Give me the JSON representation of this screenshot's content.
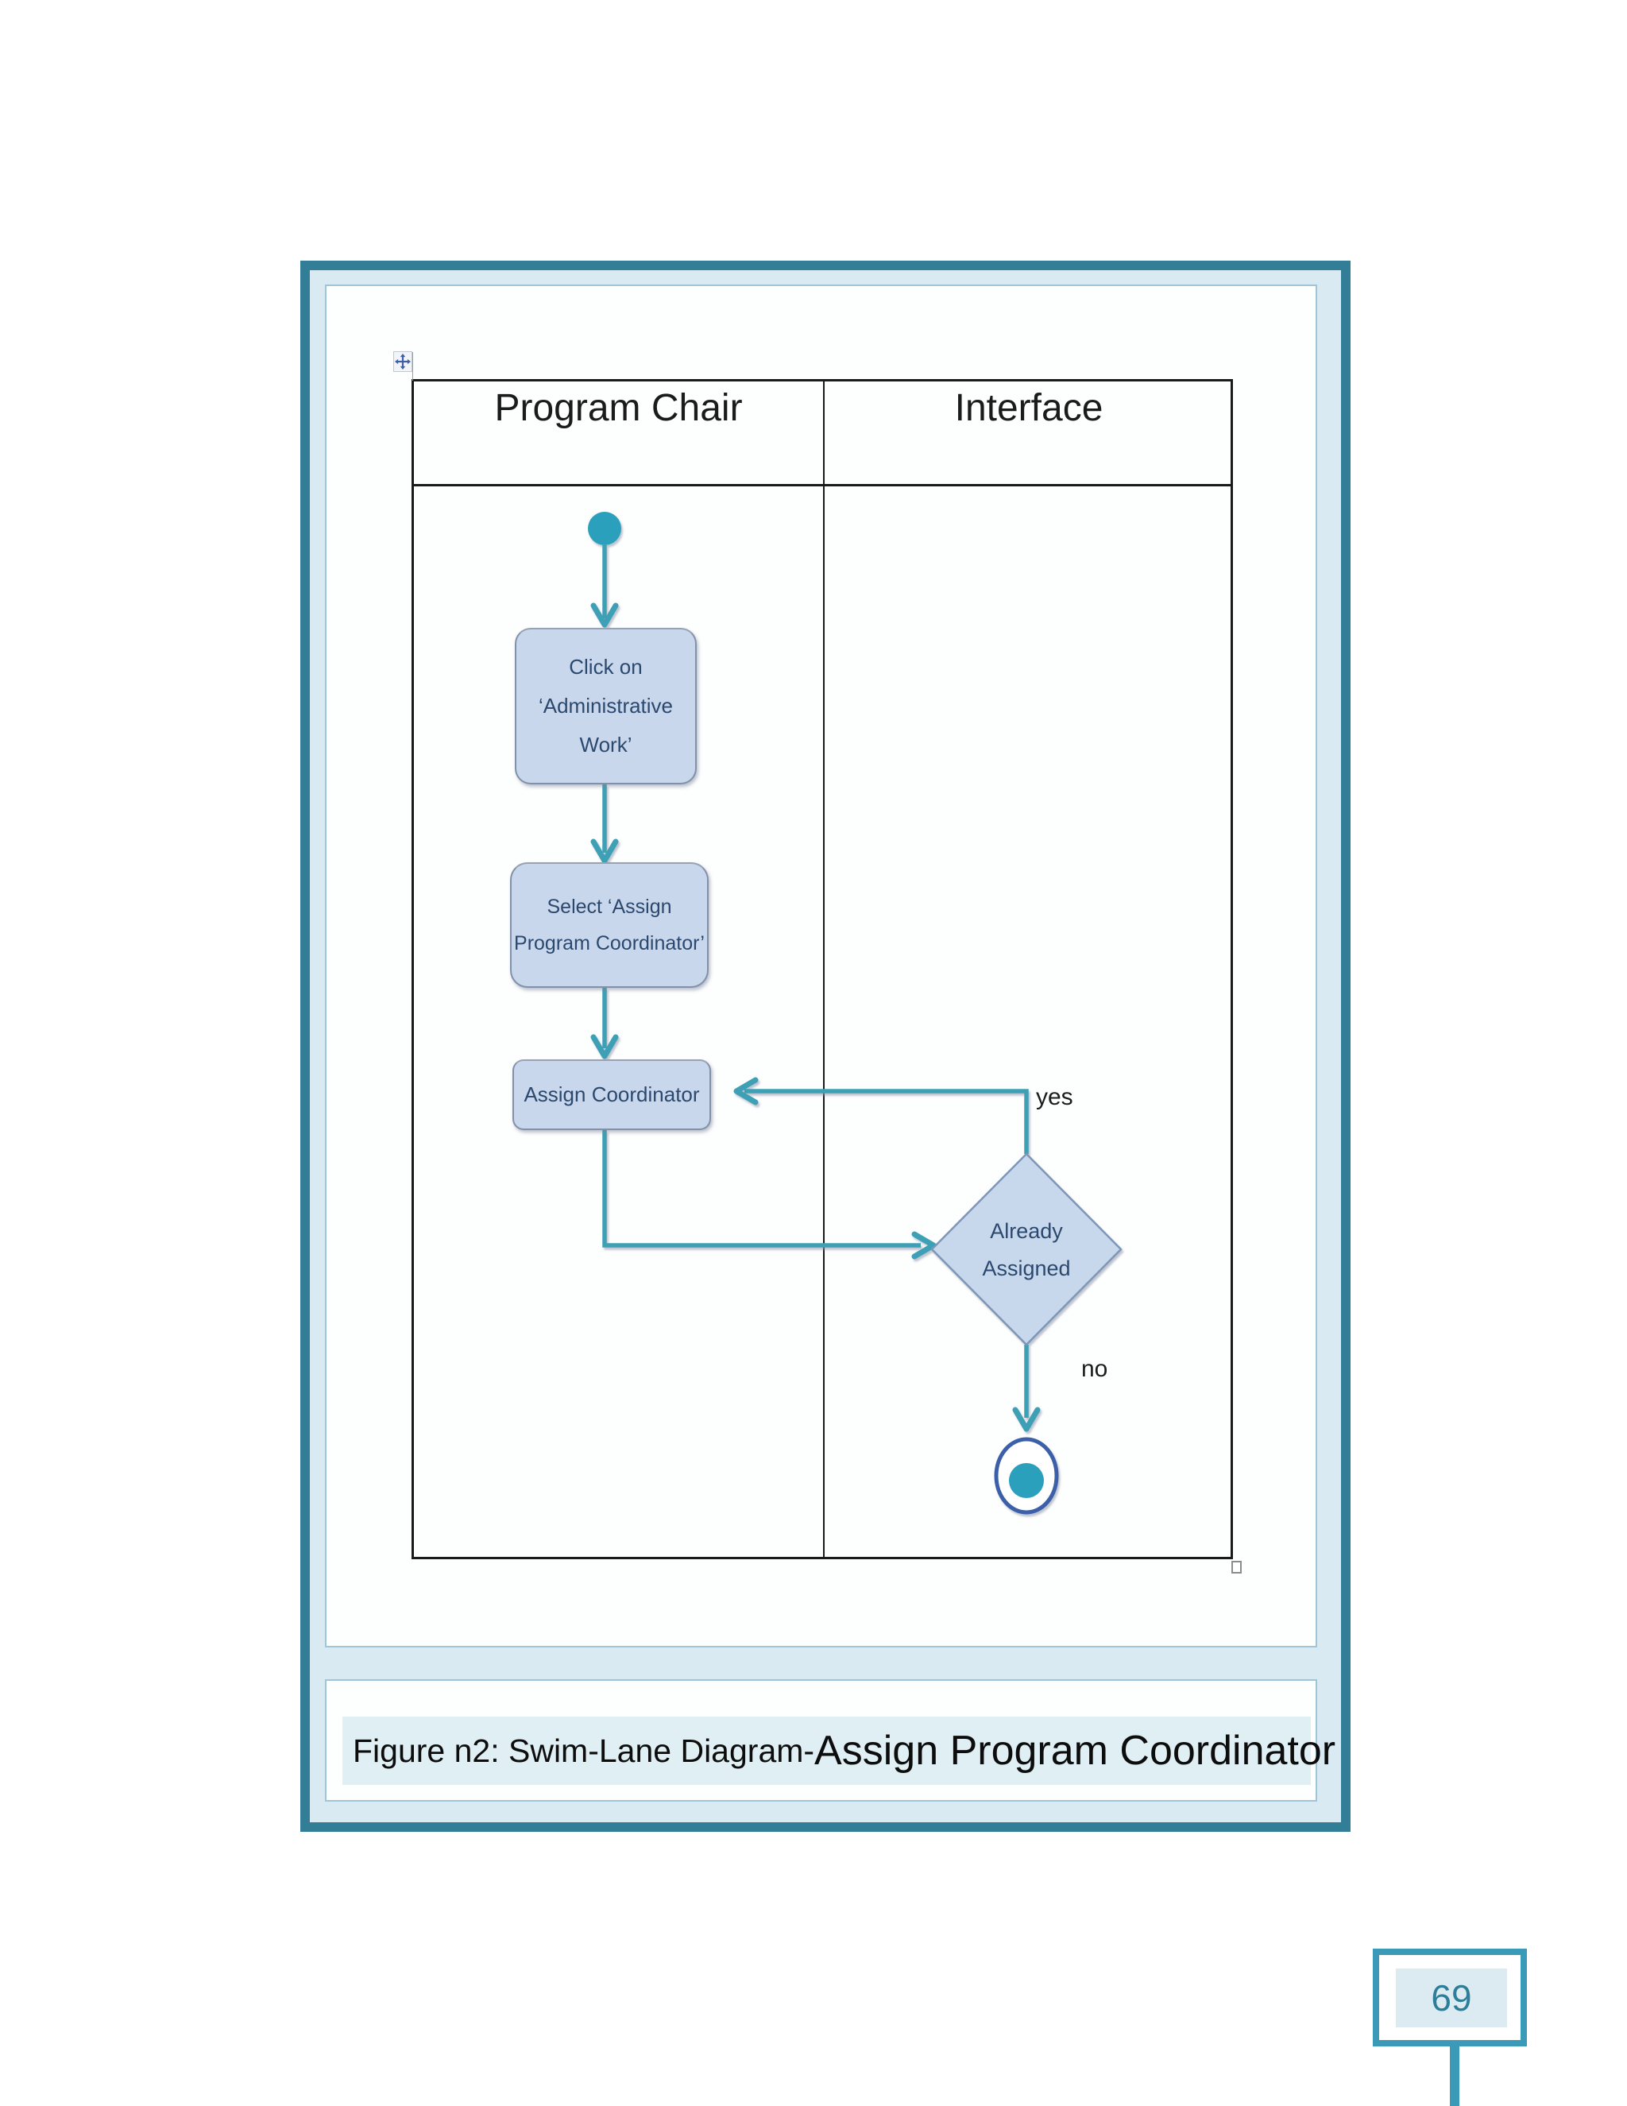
{
  "figure": {
    "caption_prefix": "Figure n2: Swim-Lane Diagram- ",
    "caption_emphasis": "Assign Program Coordinator"
  },
  "page": {
    "number": "69"
  },
  "swimlane": {
    "lanes": [
      {
        "label": "Program Chair"
      },
      {
        "label": "Interface"
      }
    ],
    "nodes": {
      "step1": {
        "lines": [
          "Click on",
          "‘Administrative",
          "Work’"
        ]
      },
      "step2": {
        "lines": [
          "Select ‘Assign",
          "Program Coordinator’"
        ]
      },
      "step3": {
        "label": "Assign Coordinator"
      },
      "decision": {
        "lines": [
          "Already",
          "Assigned"
        ]
      }
    },
    "edges": {
      "yes_label": "yes",
      "no_label": "no"
    }
  },
  "icons": {
    "move_handle": "table-move-handle-icon",
    "resize_handle": "table-resize-handle-icon"
  },
  "colors": {
    "frame_teal": "#327E96",
    "panel_border": "#9EC5D8",
    "frame_background": "#D9EAF3",
    "table_border": "#1A1A1A",
    "node_fill": "#C9D7EC",
    "node_border": "#8291AA",
    "node_text": "#2B486E",
    "diamond_fill": "#C8D8EC",
    "diamond_border": "#7E96B8",
    "connector_teal": "#3CA0B5",
    "start_fill": "#2AA0BC",
    "end_ring": "#3A5FA8",
    "caption_highlight": "#DFEFF4",
    "page_number_text": "#2D7E99",
    "page_number_border": "#3B9AB7",
    "handle_blue": "#3E5EA8"
  }
}
